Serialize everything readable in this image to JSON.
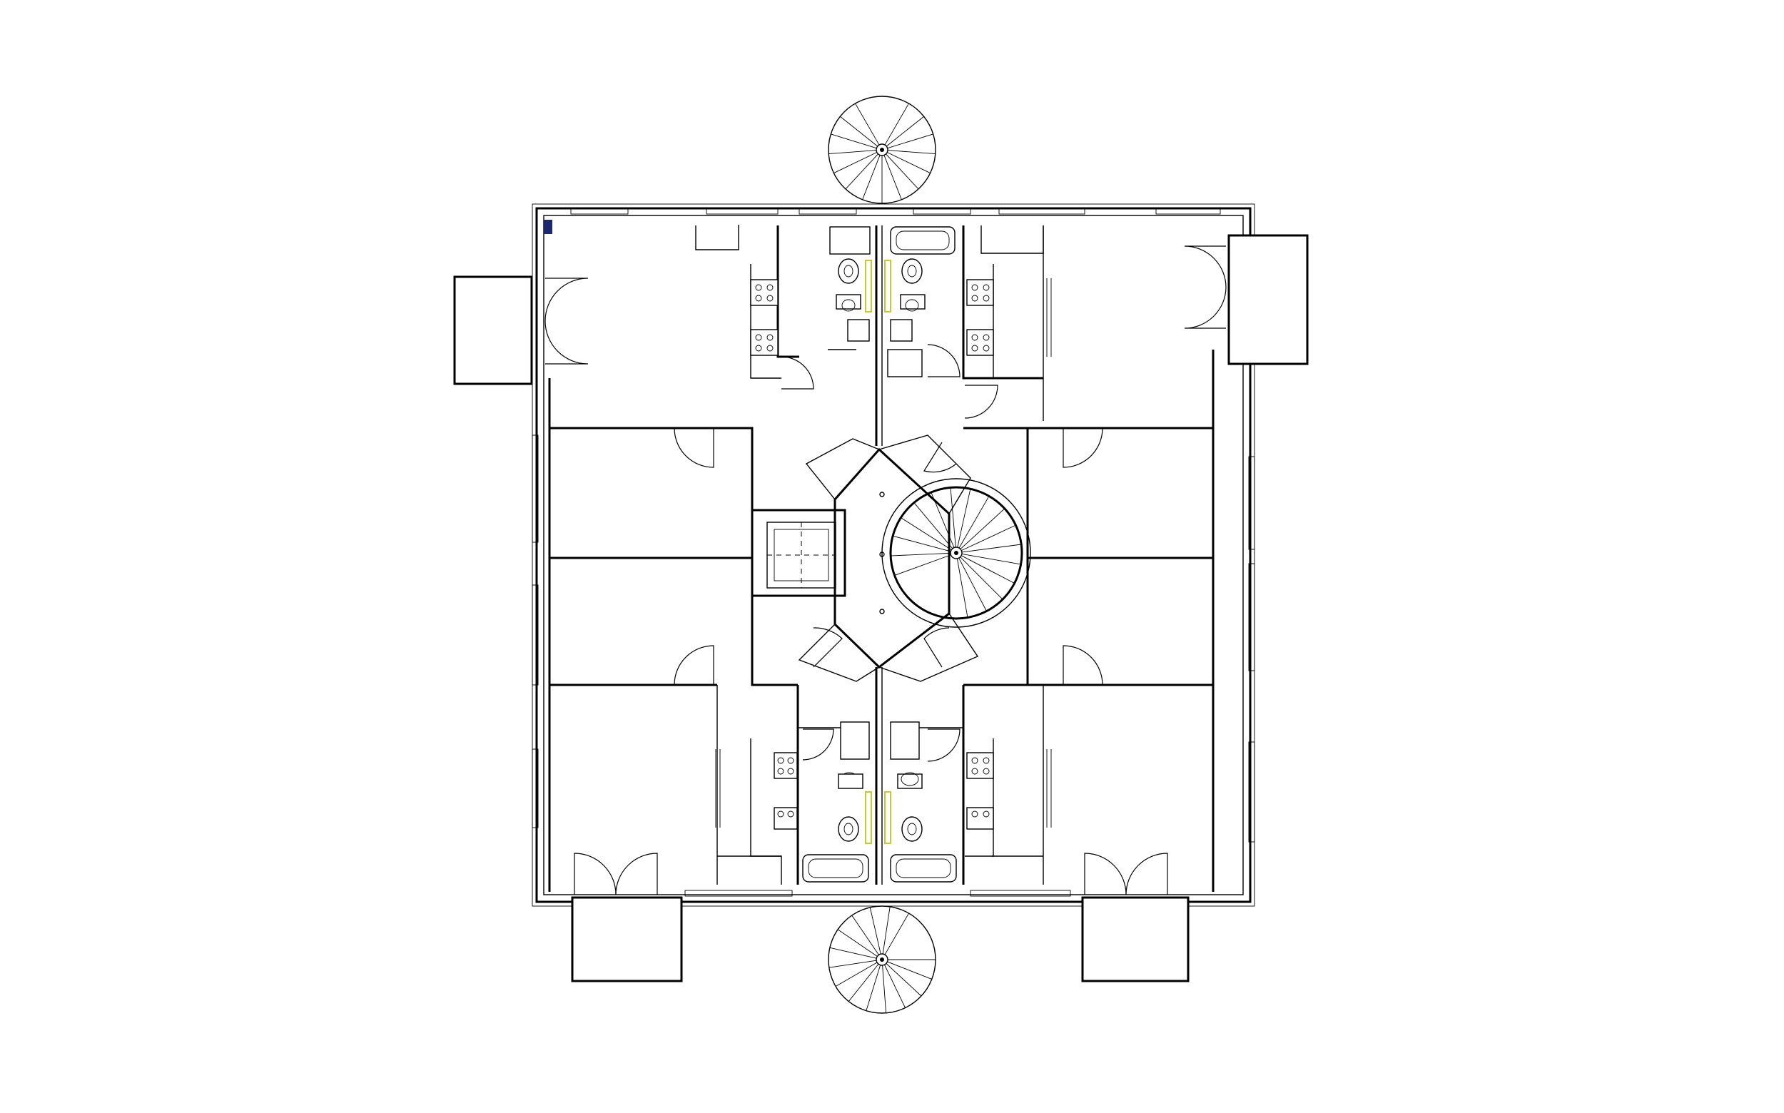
{
  "drawing": {
    "type": "architectural-floor-plan",
    "view": "plan",
    "text_labels": []
  },
  "colors": {
    "background": "#ffffff",
    "line": "#000000",
    "accent_corner": "#1a2a6c",
    "accent_highlight": "#c8c832",
    "accent_green": "#3aa55a"
  },
  "elements": {
    "spiral_stairs": [
      "top-exterior",
      "bottom-exterior",
      "central-core"
    ],
    "balconies": [
      "west",
      "east",
      "south-west",
      "south-east"
    ],
    "bathrooms": [
      "north-west",
      "north-east",
      "south-west",
      "south-east"
    ],
    "kitchenettes": [
      "north-west",
      "north-east",
      "south-west",
      "south-east"
    ],
    "core": [
      "elevator",
      "lobby",
      "spiral-staircase"
    ]
  }
}
